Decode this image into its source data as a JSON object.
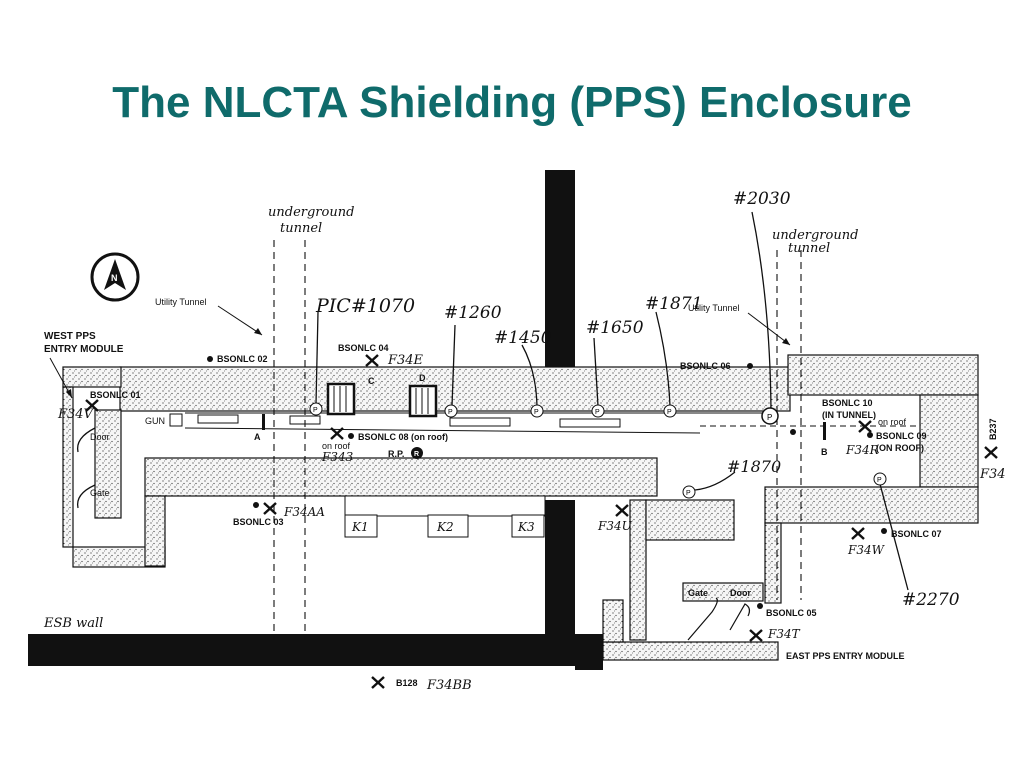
{
  "title": "The NLCTA Shielding (PPS) Enclosure",
  "labels": {
    "underground_tunnel_left": [
      "underground",
      "tunnel"
    ],
    "underground_tunnel_right": [
      "underground",
      "tunnel"
    ],
    "utility_tunnel_left": "Utility Tunnel",
    "utility_tunnel_right": "Utility Tunnel",
    "west_pps_entry": [
      "WEST PPS",
      "ENTRY MODULE"
    ],
    "east_pps_entry": "EAST PPS ENTRY MODULE",
    "esb_wall": "ESB wall",
    "gun": "GUN",
    "door_west": "Door",
    "gate_west": "Gate",
    "gate_east": "Gate",
    "door_east": "Door",
    "rp": "R.P.",
    "b237": "B237",
    "b128": "B128",
    "point_a": "A",
    "point_b": "B",
    "point_c": "C",
    "point_d": "D",
    "on_roof": "on roof",
    "on_roof_right": "on roof",
    "k1": "K1",
    "k2": "K2",
    "k3": "K3"
  },
  "bsonlc": {
    "b01": "BSONLC 01",
    "b02": "BSONLC 02",
    "b03": "BSONLC 03",
    "b04": "BSONLC 04",
    "b05": "BSONLC 05",
    "b06": "BSONLC 06",
    "b07": "BSONLC 07",
    "b08": "BSONLC 08 (on roof)",
    "b09": "BSONLC 09",
    "b09b": "(ON ROOF)",
    "b10": "BSONLC 10",
    "b10b": "(IN TUNNEL)"
  },
  "handwritten": {
    "pic1070": "PIC#1070",
    "n1260": "#1260",
    "n1450": "#1450",
    "n1650": "#1650",
    "n1871": "#1871",
    "n2030": "#2030",
    "n1870": "#1870",
    "n2270": "#2270",
    "f34e": "F34E",
    "f34v": "F34V",
    "f343": "F343",
    "f34aa": "F34AA",
    "f34u": "F34U",
    "f34r": "F34R",
    "f34": "F34",
    "f34w": "F34W",
    "f34t": "F34T",
    "f34bb": "F34BB"
  },
  "marker_symbol": "P",
  "rp_symbol": "R",
  "compass_letter": "N"
}
